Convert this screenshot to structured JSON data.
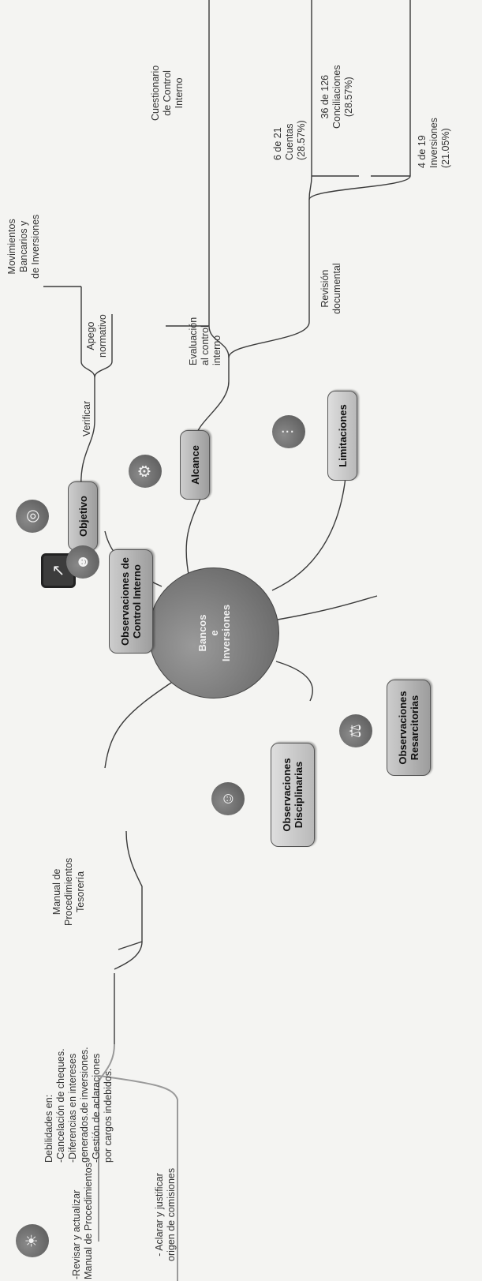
{
  "center": {
    "line1": "Bancos",
    "line2": "e",
    "line3": "Inversiones"
  },
  "objetivo": {
    "label": "Objetivo",
    "verb": "Verificar",
    "leaf1": [
      "Movimientos",
      "Bancarios y",
      "de Inversiones"
    ],
    "leaf2": [
      "Apego",
      "normativo"
    ]
  },
  "alcance": {
    "label": "Alcance",
    "eval": [
      "Evaluación",
      "al control",
      "interno"
    ],
    "cuestionario": [
      "Cuestionario",
      "de Control",
      "Interno"
    ],
    "cuentas": [
      "6 de 21",
      "Cuentas",
      "(28.57%)"
    ],
    "revision": [
      "Revisión",
      "documental"
    ],
    "conciliaciones": [
      "36 de 126",
      "Conciliaciones",
      "(28.57%)"
    ],
    "inversiones": [
      "4 de 19",
      "Inversiones",
      "(21.05%)"
    ]
  },
  "limitaciones": {
    "label": "Limitaciones"
  },
  "resarcitorias": {
    "line1": "Observaciones",
    "line2": "Resarcitorias"
  },
  "disciplinarias": {
    "line1": "Observaciones",
    "line2": "Disciplinarias"
  },
  "control": {
    "line1": "Observaciones de",
    "line2": "Control Interno",
    "manual": [
      "Manual de",
      "Procedimientos",
      "Tesorería"
    ],
    "debilidades": [
      "Debilidades en:",
      "-Cancelación de cheques.",
      "-Diferencias en intereses",
      "generados.de inversiones.",
      "-Gestión de aclaraciones",
      "por cargos indebidos."
    ],
    "revisar": [
      "-Revisar y actualizar",
      "Manual de Procedimientos"
    ],
    "aclarar": [
      "- Aclarar y justificar",
      "origen de comisiones"
    ]
  },
  "icons": {
    "chart": "chart-icon",
    "target": "target-icon",
    "gears": "gears-icon",
    "traffic": "traffic-light-icon",
    "person": "person-icon",
    "people": "people-icon",
    "balance": "balance-icon",
    "bulb": "lightbulb-icon"
  }
}
